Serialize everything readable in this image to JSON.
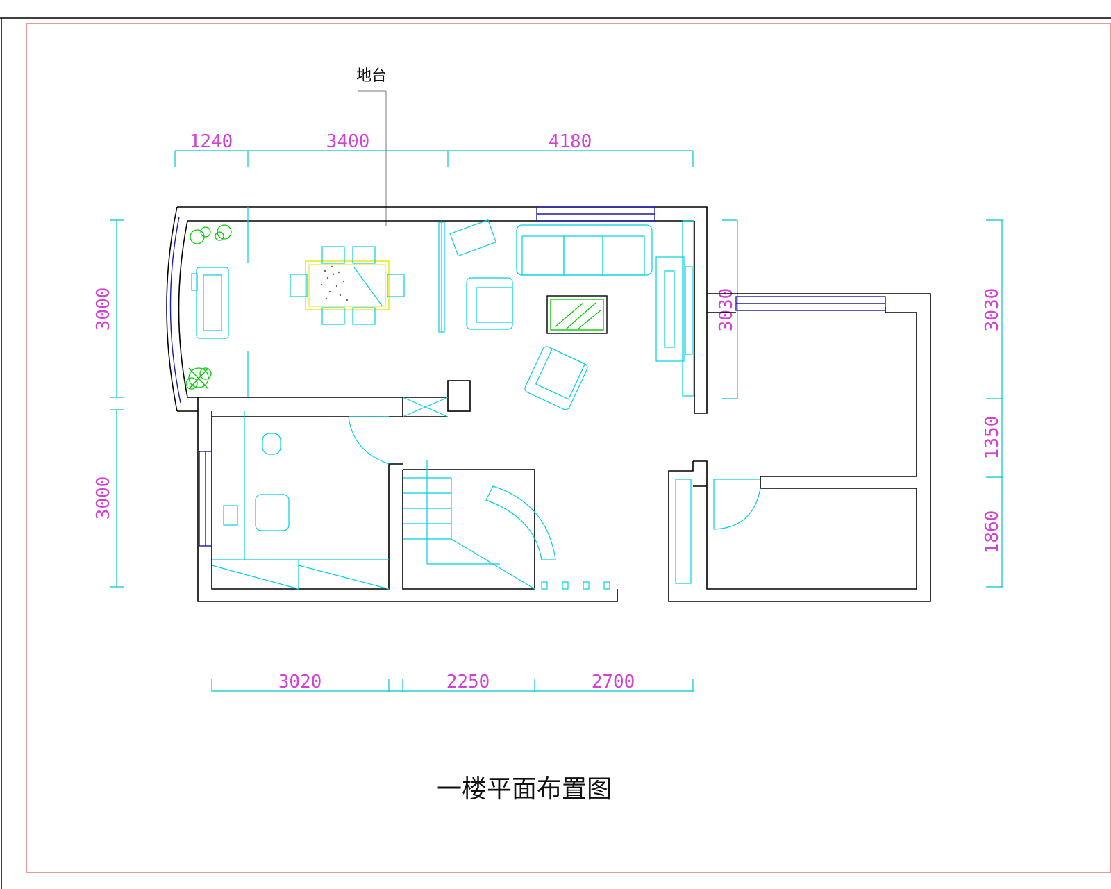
{
  "drawing": {
    "title": "一楼平面布置图",
    "leader_label": "地台",
    "colors": {
      "wall": "#000000",
      "furniture": "#00d0e0",
      "dimension_text": "#d43fd4",
      "dimension_line": "#00c8c8",
      "window": "#1a1aa8",
      "plant": "#00cc00",
      "table": "#e6e600",
      "border": "#e05050"
    },
    "dimensions": {
      "top": [
        "1240",
        "3400",
        "4180"
      ],
      "bottom": [
        "3020",
        "2250",
        "2700"
      ],
      "left": [
        "3000",
        "3000"
      ],
      "middle_right": [
        "3030"
      ],
      "far_right": [
        "3030",
        "1350",
        "1860"
      ]
    }
  }
}
